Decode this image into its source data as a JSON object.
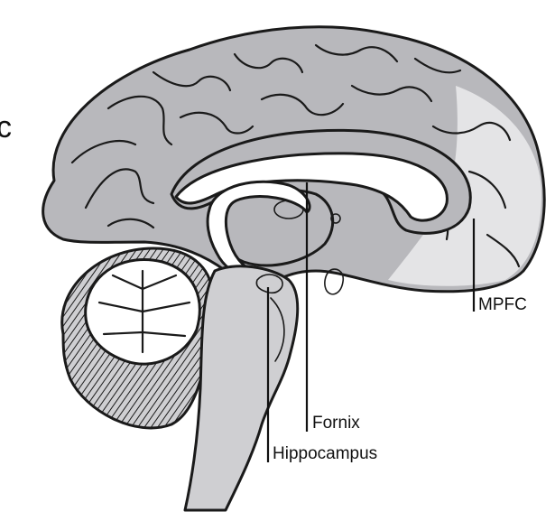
{
  "labels": {
    "mpfc": "MPFC",
    "fornix": "Fornix",
    "hippocampus": "Hippocampus"
  },
  "colors": {
    "cortex": "#b8b8bc",
    "mpfc_region": "#e4e4e6",
    "white_matter": "#ffffff",
    "brainstem": "#cfcfd2",
    "outline": "#1a1a1a"
  },
  "icons": [
    "brain-sagittal-illustration"
  ]
}
